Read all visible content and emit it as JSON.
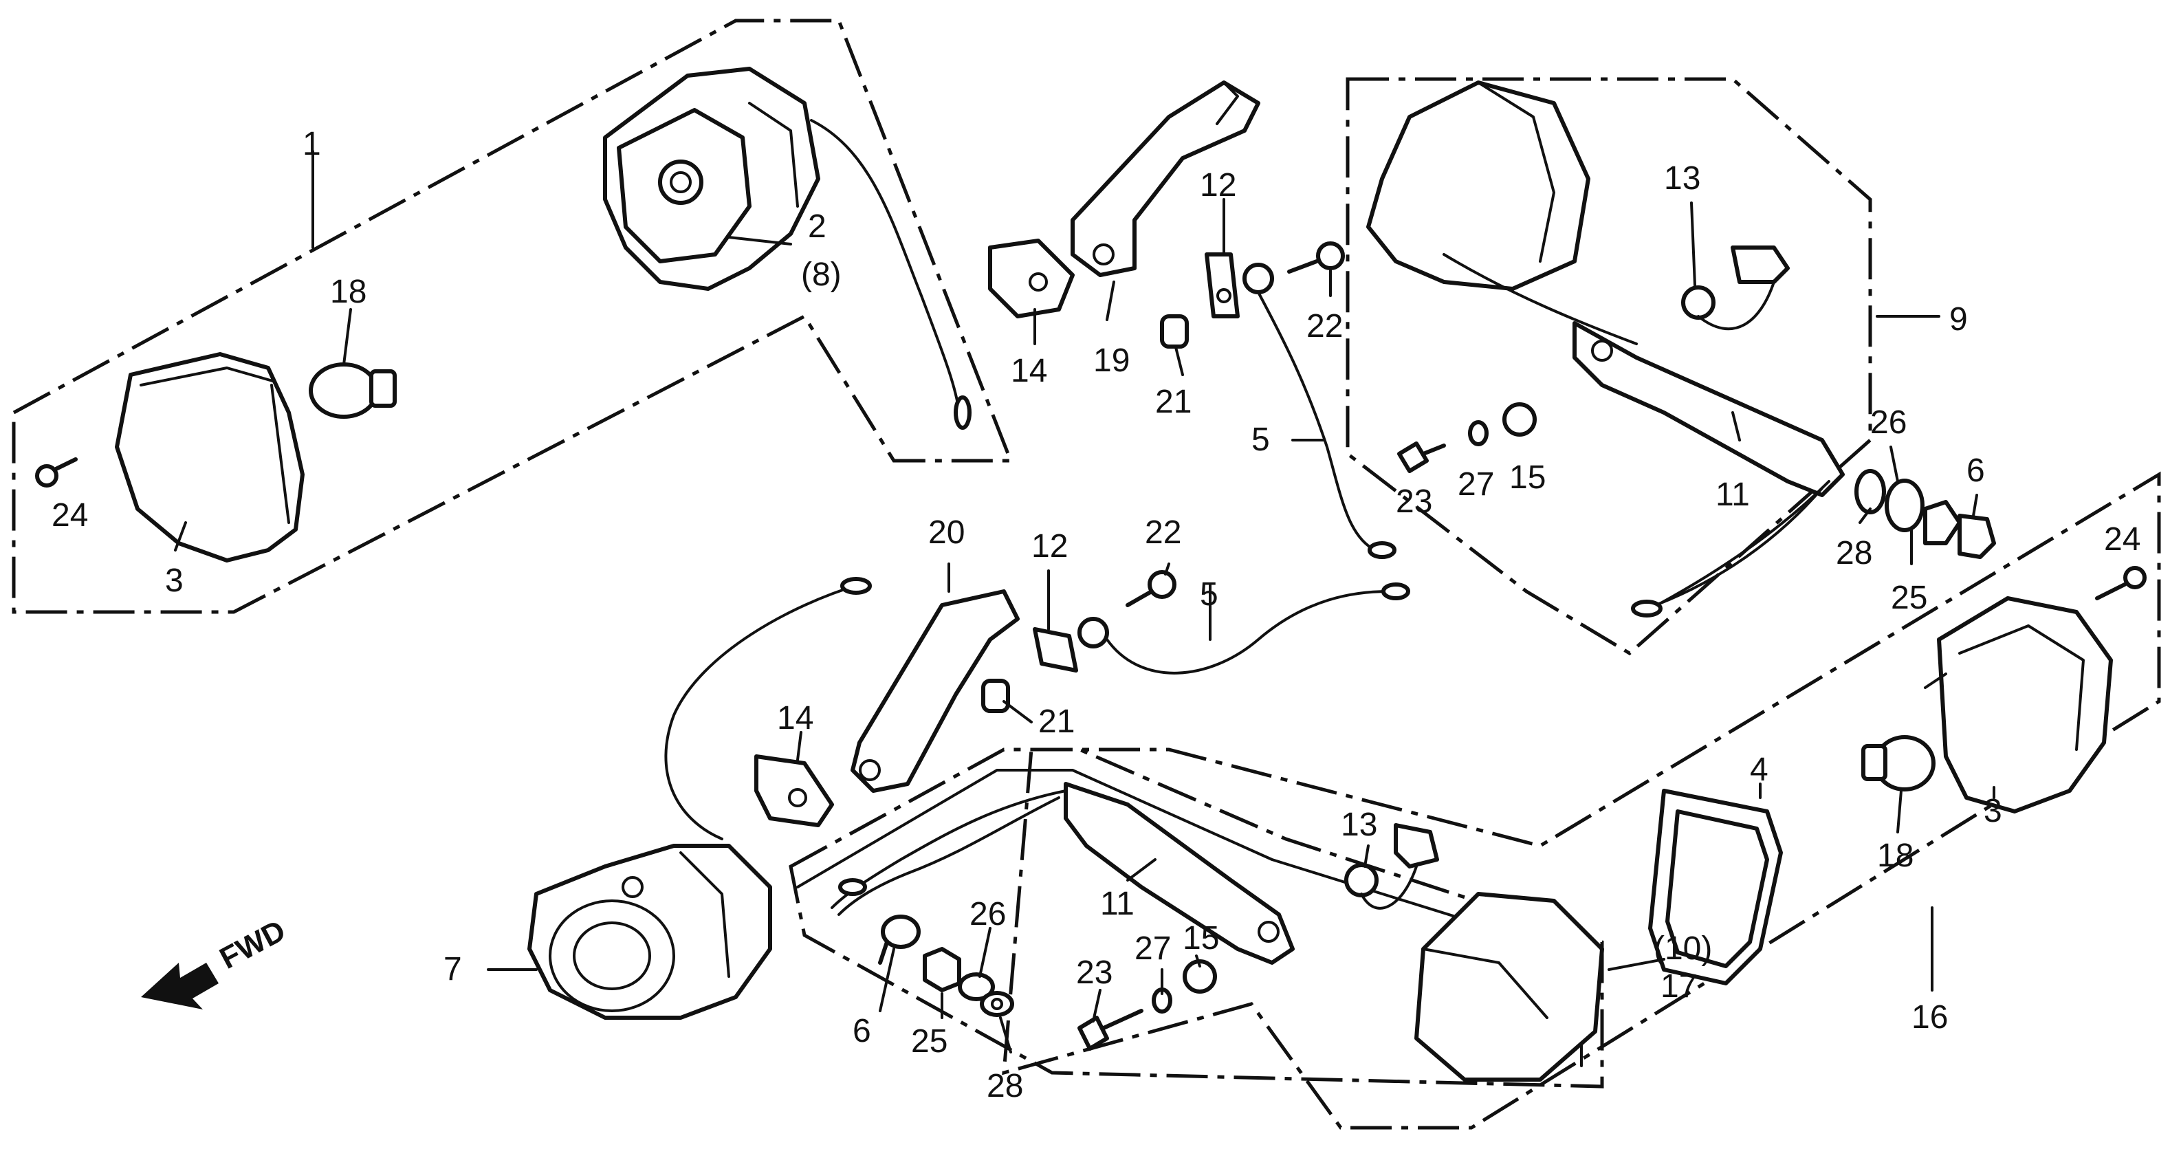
{
  "labels": {
    "c1": "1",
    "c2": "2",
    "c8": "(8)",
    "c18a": "18",
    "c24a": "24",
    "c3a": "3",
    "c14a": "14",
    "c19": "19",
    "c12a": "12",
    "c21a": "21",
    "c22a": "22",
    "c5a": "5",
    "c13a": "13",
    "c9": "9",
    "c23a": "23",
    "c27a": "27",
    "c15a": "15",
    "c11a": "11",
    "c26a": "26",
    "c6a": "6",
    "c28a": "28",
    "c25a": "25",
    "c24b": "24",
    "c20": "20",
    "c12b": "12",
    "c22b": "22",
    "c5b": "5",
    "c21b": "21",
    "c14b": "14",
    "c4": "4",
    "c3b": "3",
    "c18b": "18",
    "c13b": "13",
    "c11b": "11",
    "c15b": "15",
    "c27b": "27",
    "c23b": "23",
    "c26b": "26",
    "c6b": "6",
    "c25b": "25",
    "c28b": "28",
    "c10": "(10)",
    "c17": "17",
    "c16": "16",
    "c7": "7",
    "fwd": "FWD"
  }
}
